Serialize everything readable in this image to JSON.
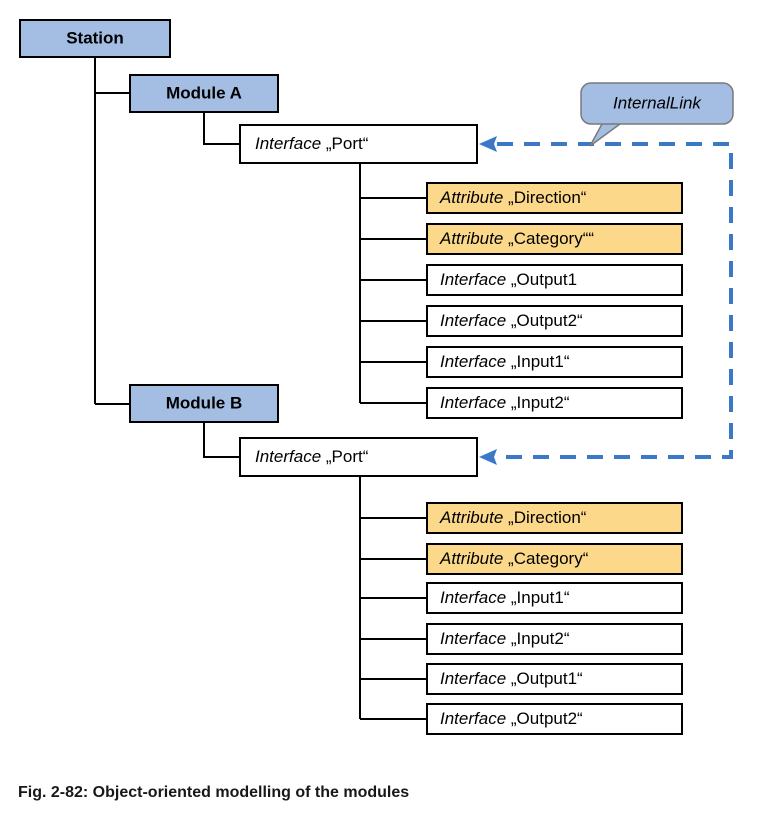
{
  "figure": {
    "title": "Object-oriented modelling of the modules",
    "caption": "Fig. 2-82: Object-oriented modelling of the modules",
    "colors": {
      "node_fill": "#A3BDE3",
      "attribute_fill": "#FBD88A",
      "interface_fill": "#FFFFFF",
      "border": "#000000",
      "link": "#3C78C8",
      "callout_fill": "#A3BDE3",
      "callout_border": "#7A7A7A"
    },
    "root": {
      "label": "Station"
    },
    "modules": [
      {
        "label": "Module A",
        "port": {
          "keyword": "Interface",
          "name": "„Port“"
        },
        "children": [
          {
            "keyword": "Attribute",
            "name": "„Direction“",
            "kind": "attribute"
          },
          {
            "keyword": "Attribute",
            "name": "„Category““",
            "kind": "attribute"
          },
          {
            "keyword": "Interface",
            "name": "„Output1",
            "kind": "interface"
          },
          {
            "keyword": "Interface",
            "name": "„Output2“",
            "kind": "interface"
          },
          {
            "keyword": "Interface",
            "name": "„Input1“",
            "kind": "interface"
          },
          {
            "keyword": "Interface",
            "name": "„Input2“",
            "kind": "interface"
          }
        ]
      },
      {
        "label": "Module B",
        "port": {
          "keyword": "Interface",
          "name": "„Port“"
        },
        "children": [
          {
            "keyword": "Attribute",
            "name": "„Direction“",
            "kind": "attribute"
          },
          {
            "keyword": "Attribute",
            "name": "„Category“",
            "kind": "attribute"
          },
          {
            "keyword": "Interface",
            "name": "„Input1“",
            "kind": "interface"
          },
          {
            "keyword": "Interface",
            "name": "„Input2“",
            "kind": "interface"
          },
          {
            "keyword": "Interface",
            "name": "„Output1“",
            "kind": "interface"
          },
          {
            "keyword": "Interface",
            "name": "„Output2“",
            "kind": "interface"
          }
        ]
      }
    ],
    "callout": {
      "label": "InternalLink"
    }
  }
}
